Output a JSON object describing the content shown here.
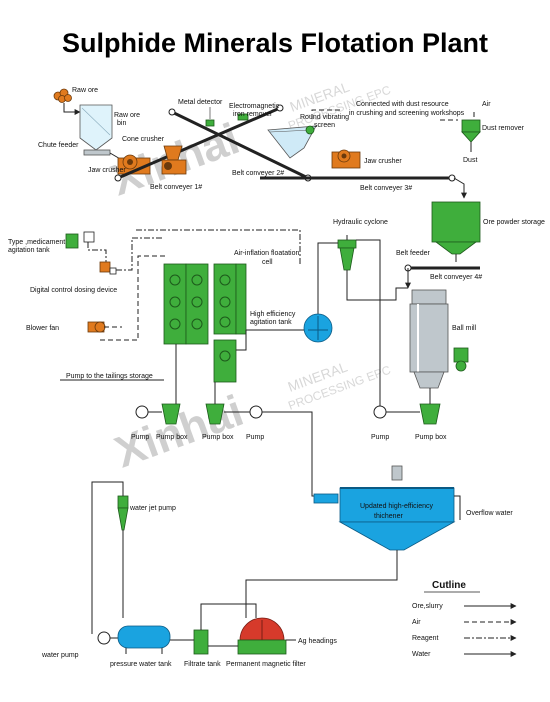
{
  "title": "Sulphide Minerals Flotation Plant",
  "watermark": {
    "brand": "Xinhai",
    "line1": "MINERAL",
    "line2": "PROCESSING EPC"
  },
  "labels": {
    "raw_ore": "Raw ore",
    "raw_ore_bin_1": "Raw ore",
    "raw_ore_bin_2": "bin",
    "chute_feeder": "Chute feeder",
    "jaw_crusher_1": "Jaw crusher",
    "cone_crusher": "Cone crusher",
    "metal_detector": "Metal detector",
    "electromagnetic_1": "Electromagnetic",
    "electromagnetic_2": "iron remover",
    "round_screen_1": "Round vibrating",
    "round_screen_2": "screen",
    "jaw_crusher_2": "Jaw crusher",
    "dust_note_1": "Connected with dust resource",
    "dust_note_2": "in crushing and screening workshops",
    "air": "Air",
    "dust_remover": "Dust remover",
    "dust": "Dust",
    "belt_conveyor_1": "Belt conveyer 1#",
    "belt_conveyor_2": "Belt conveyer 2#",
    "belt_conveyor_3": "Belt conveyer 3#",
    "ore_powder_storage": "Ore powder storage",
    "agitation_tank_1": "Type ,medicament",
    "agitation_tank_2": "agitation tank",
    "hydraulic_cyclone": "Hydraulic cyclone",
    "belt_feeder": "Belt feeder",
    "belt_conveyor_4": "Belt conveyer 4#",
    "flotation_cell_1": "Air-inflation floatation",
    "flotation_cell_2": "cell",
    "dosing_device": "Digital control dosing device",
    "high_eff_tank_1": "High efficiency",
    "high_eff_tank_2": "agitation tank",
    "ball_mill": "Ball mill",
    "blower_fan": "Blower fan",
    "tailings_pump": "Pump to the tailings storage",
    "pump_1": "Pump",
    "pump_box_1": "Pump box",
    "pump_box_2": "Pump box",
    "pump_2": "Pump",
    "pump_3": "Pump",
    "pump_box_3": "Pump box",
    "thickener_1": "Updated high-efficiency",
    "thickener_2": "thichener",
    "overflow_water": "Overflow water",
    "water_jet_pump": "water jet pump",
    "water_pump": "water pump",
    "pressure_water_tank": "pressure water tank",
    "filtrate_tank": "Filtrate tank",
    "magnetic_filter": "Permanent magnetic filter",
    "ag_headings": "Ag headings"
  },
  "legend": {
    "title": "Cutline",
    "items": [
      {
        "label": "Ore,slurry",
        "style": "solid"
      },
      {
        "label": "Air",
        "style": "dash"
      },
      {
        "label": "Reagent",
        "style": "dashdot"
      },
      {
        "label": "Water",
        "style": "solid-arrow"
      }
    ]
  },
  "colors": {
    "equipment_green": "#3fae3c",
    "equipment_orange": "#e07a1e",
    "equipment_blue": "#1aa3e0",
    "line": "#222222"
  }
}
